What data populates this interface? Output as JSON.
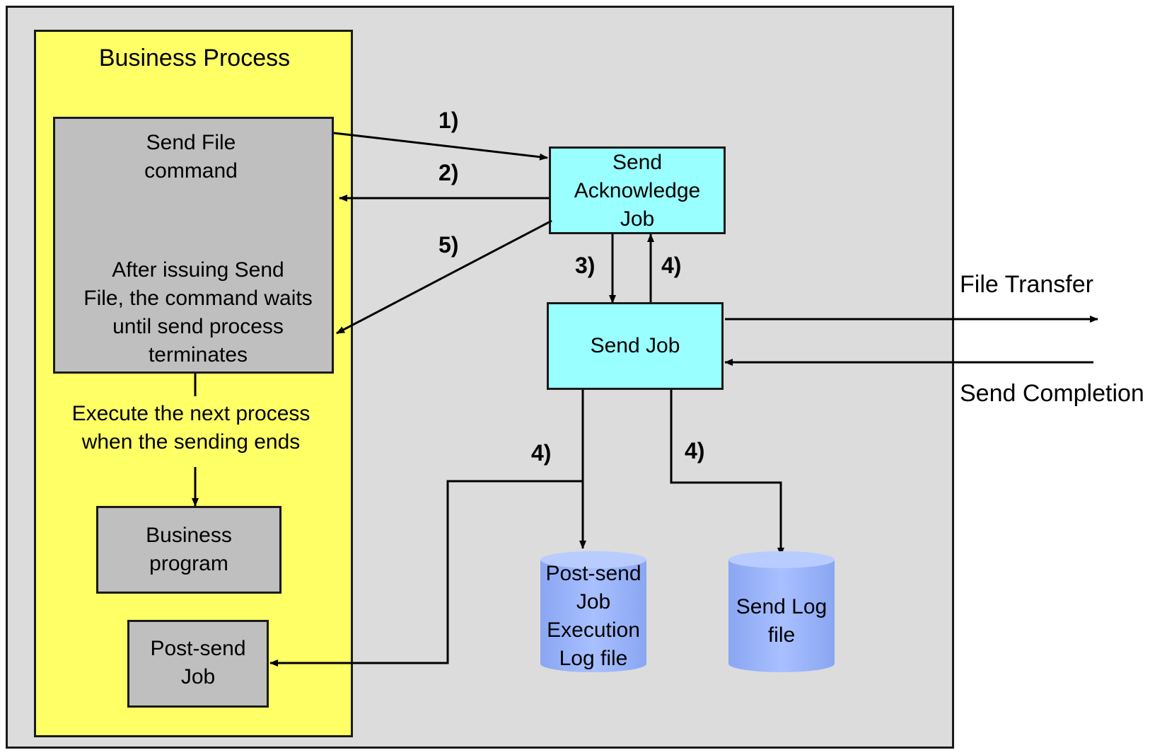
{
  "title": "Business Process",
  "boxes": {
    "send_file_command": "Send File\ncommand",
    "send_file_note": "After issuing Send\nFile, the command waits\nuntil send process\nterminates",
    "execute_next": "Execute the next process\nwhen the sending ends",
    "business_program": "Business\nprogram",
    "post_send_job": "Post-send\nJob",
    "send_ack_job": "Send\nAcknowledge\nJob",
    "send_job": "Send Job",
    "post_send_log": "Post-send\nJob\nExecution\nLog file",
    "send_log": "Send Log\nfile"
  },
  "steps": {
    "s1": "1)",
    "s2": "2)",
    "s3": "3)",
    "s4a": "4)",
    "s4b": "4)",
    "s4c": "4)",
    "s5": "5)"
  },
  "external": {
    "file_transfer": "File Transfer",
    "send_completion": "Send Completion"
  },
  "colors": {
    "frame": "#dcdcdc",
    "business_process": "#ffff66",
    "command_box": "#bfbfbf",
    "job_box": "#99ffff",
    "log_file": "#99b3ff"
  }
}
